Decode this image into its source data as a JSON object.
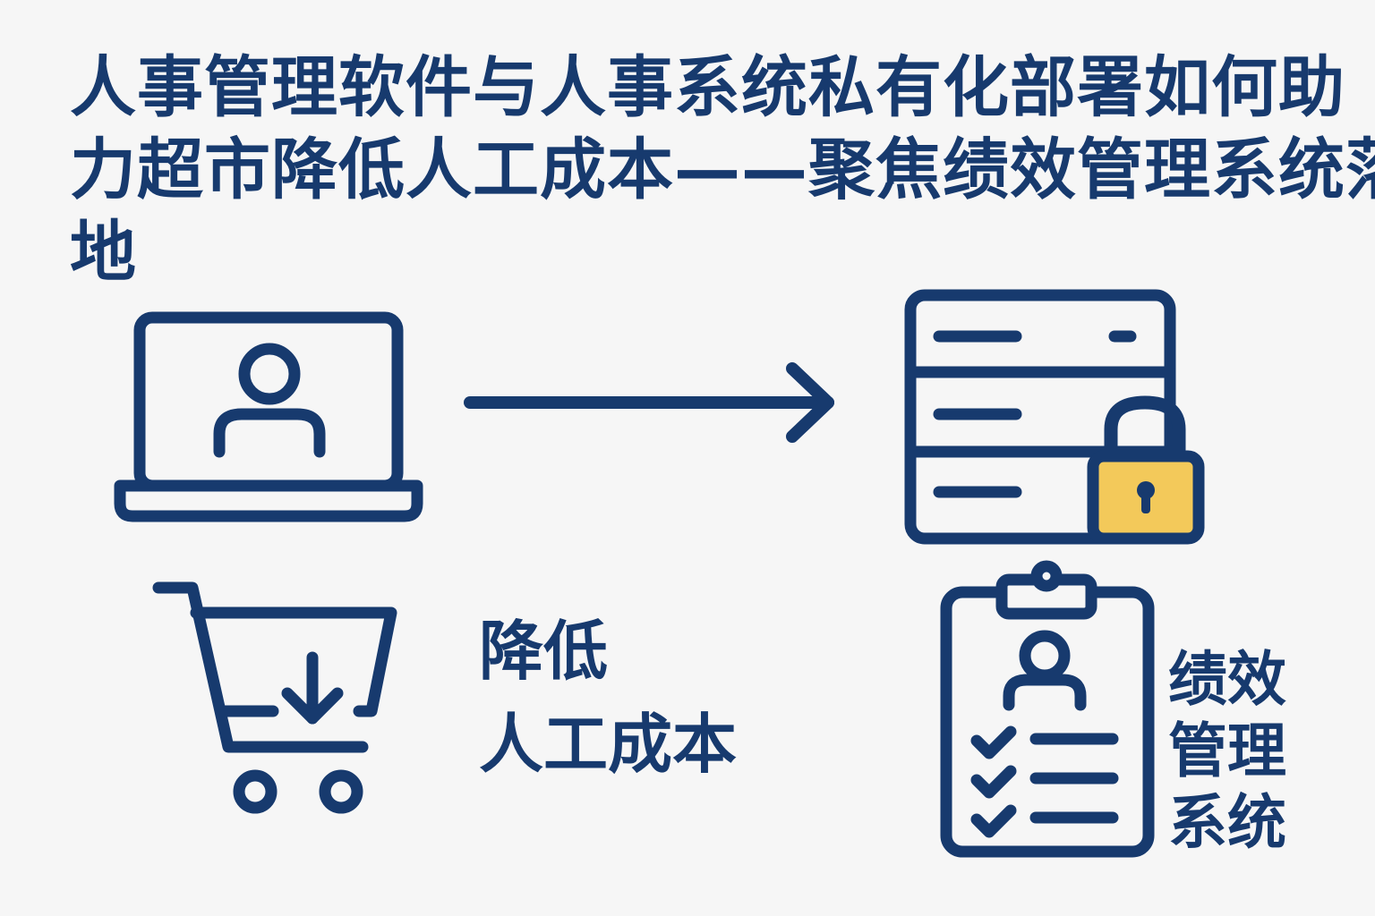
{
  "title_lines": [
    "人事管理软件与人事系统私有化部署如何助",
    "力超市降低人工成本——聚焦绩效管理系统落",
    "地"
  ],
  "cost_label": {
    "line1": "降低",
    "line2": "人工成本"
  },
  "perf_label": {
    "line1": "绩效",
    "line2": "管理",
    "line3": "系统"
  },
  "icons": {
    "hr_software": "laptop-user-icon",
    "flow": "arrow-right-icon",
    "private_deployment": "server-lock-icon",
    "supermarket": "shopping-cart-down-icon",
    "performance": "clipboard-checklist-icon"
  },
  "colors": {
    "primary": "#173a6e",
    "accent": "#f3c95a",
    "background": "#f6f6f6"
  }
}
